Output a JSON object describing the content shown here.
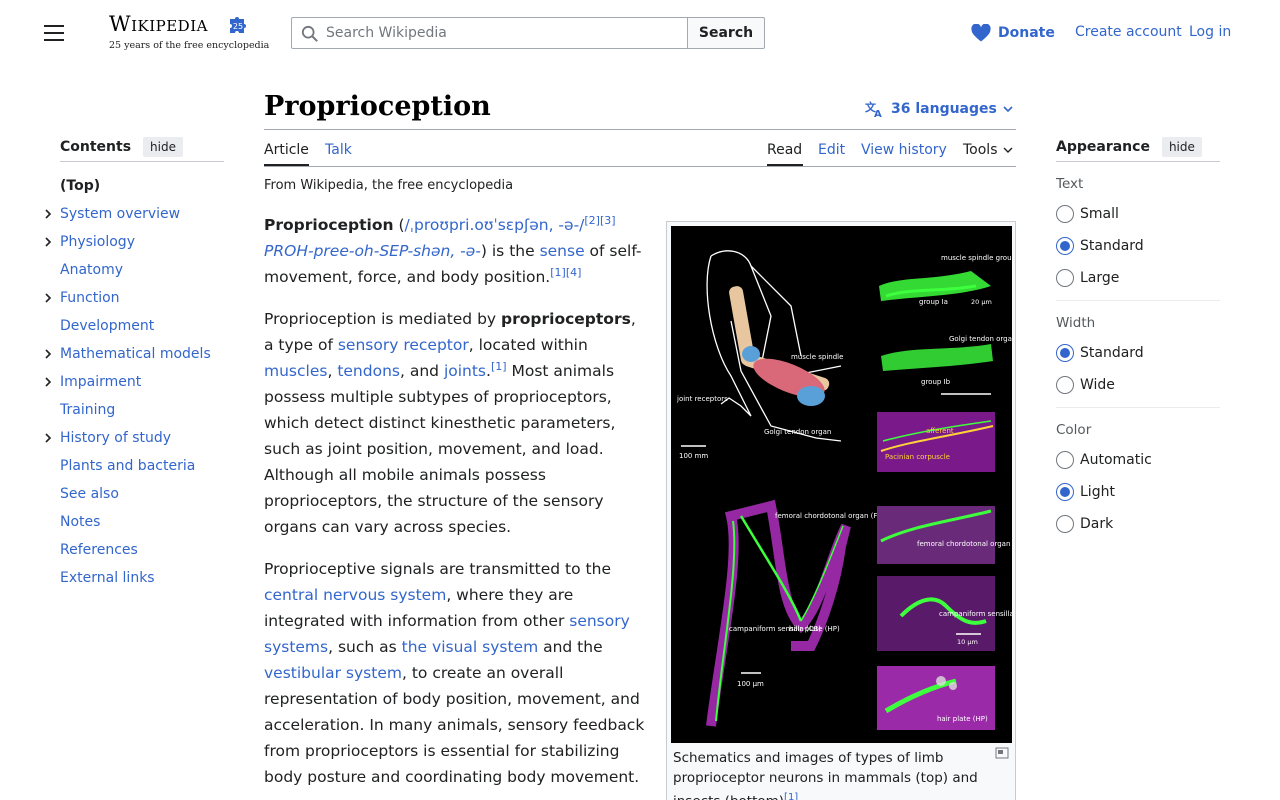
{
  "header": {
    "logo_word": "Wikipedia",
    "logo_tagline": "25 years of the free encyclopedia",
    "search_placeholder": "Search Wikipedia",
    "search_button": "Search",
    "donate": "Donate",
    "create_account": "Create account",
    "login": "Log in"
  },
  "toc": {
    "title": "Contents",
    "hide": "hide",
    "items": [
      {
        "label": "(Top)",
        "expandable": false
      },
      {
        "label": "System overview",
        "expandable": true
      },
      {
        "label": "Physiology",
        "expandable": true
      },
      {
        "label": "Anatomy",
        "expandable": false
      },
      {
        "label": "Function",
        "expandable": true
      },
      {
        "label": "Development",
        "expandable": false
      },
      {
        "label": "Mathematical models",
        "expandable": true
      },
      {
        "label": "Impairment",
        "expandable": true
      },
      {
        "label": "Training",
        "expandable": false
      },
      {
        "label": "History of study",
        "expandable": true
      },
      {
        "label": "Plants and bacteria",
        "expandable": false
      },
      {
        "label": "See also",
        "expandable": false
      },
      {
        "label": "Notes",
        "expandable": false
      },
      {
        "label": "References",
        "expandable": false
      },
      {
        "label": "External links",
        "expandable": false
      }
    ]
  },
  "article": {
    "title": "Proprioception",
    "languages": "36 languages",
    "tabs": {
      "article": "Article",
      "talk": "Talk",
      "read": "Read",
      "edit": "Edit",
      "history": "View history",
      "tools": "Tools"
    },
    "from": "From Wikipedia, the free encyclopedia",
    "p1": {
      "term": "Proprioception",
      "open": " (",
      "ipa": "/ˌproʊpri.oʊˈsɛpʃən, -ə-/",
      "ref1": "[2][3]",
      "respell": "PROH-pree-oh-SEP-shən, -ə-",
      "mid": ") is the ",
      "sense": "sense",
      "end": " of self-movement, force, and body position.",
      "ref2": "[1][4]"
    },
    "p2": {
      "a": "Proprioception is mediated by ",
      "term": "proprioceptors",
      "b": ", a type of ",
      "link1": "sensory receptor",
      "c": ", located within ",
      "link2": "muscles",
      "d": ", ",
      "link3": "tendons",
      "e": ", and ",
      "link4": "joints",
      "f": ".",
      "ref": "[1]",
      "g": " Most animals possess multiple subtypes of proprioceptors, which detect distinct kinesthetic parameters, such as joint position, movement, and load. Although all mobile animals possess proprioceptors, the structure of the sensory organs can vary across species."
    },
    "p3": {
      "a": "Proprioceptive signals are transmitted to the ",
      "link1": "central nervous system",
      "b": ", where they are integrated with information from other ",
      "link2": "sensory systems",
      "c": ", such as ",
      "link3": "the visual system",
      "d": " and the ",
      "link4": "vestibular system",
      "e": ", to create an overall representation of body position, movement, and acceleration. In many animals, sensory feedback from proprioceptors is essential for stabilizing body posture and coordinating body movement."
    },
    "figure": {
      "caption": "Schematics and images of types of limb proprioceptor neurons in mammals (top) and insects (bottom)",
      "ref": "[1]",
      "labels": {
        "muscle_spindle_group2": "muscle spindle group II",
        "group_ia": "group Ia",
        "scale20": "20 µm",
        "golgi_tendon_organ": "Golgi tendon organ",
        "group_ib": "group Ib",
        "afferent": "afferent",
        "pacinian": "Pacinian corpuscle",
        "muscle_spindle": "muscle spindle",
        "joint_receptors": "joint receptors",
        "golgi_tendon_organ2": "Golgi tendon organ",
        "scale100mm": "100 mm",
        "feco": "femoral chordotonal organ (FeCO)",
        "feco2": "femoral chordotonal organ (FeCO)",
        "cs": "campaniform sensilla (CS)",
        "cs2": "campaniform sensilla (CS)",
        "scale10": "10 µm",
        "hp": "hair plate (HP)",
        "hp2": "hair plate (HP)",
        "scale100um": "100 µm"
      }
    }
  },
  "appearance": {
    "title": "Appearance",
    "hide": "hide",
    "text_label": "Text",
    "text_options": [
      "Small",
      "Standard",
      "Large"
    ],
    "text_selected": "Standard",
    "width_label": "Width",
    "width_options": [
      "Standard",
      "Wide"
    ],
    "width_selected": "Standard",
    "color_label": "Color",
    "color_options": [
      "Automatic",
      "Light",
      "Dark"
    ],
    "color_selected": "Light"
  },
  "colors": {
    "link": "#3366cc",
    "accent_heart": "#3366cc",
    "fig_green": "#3dff3d",
    "fig_magenta": "#b030c0"
  }
}
